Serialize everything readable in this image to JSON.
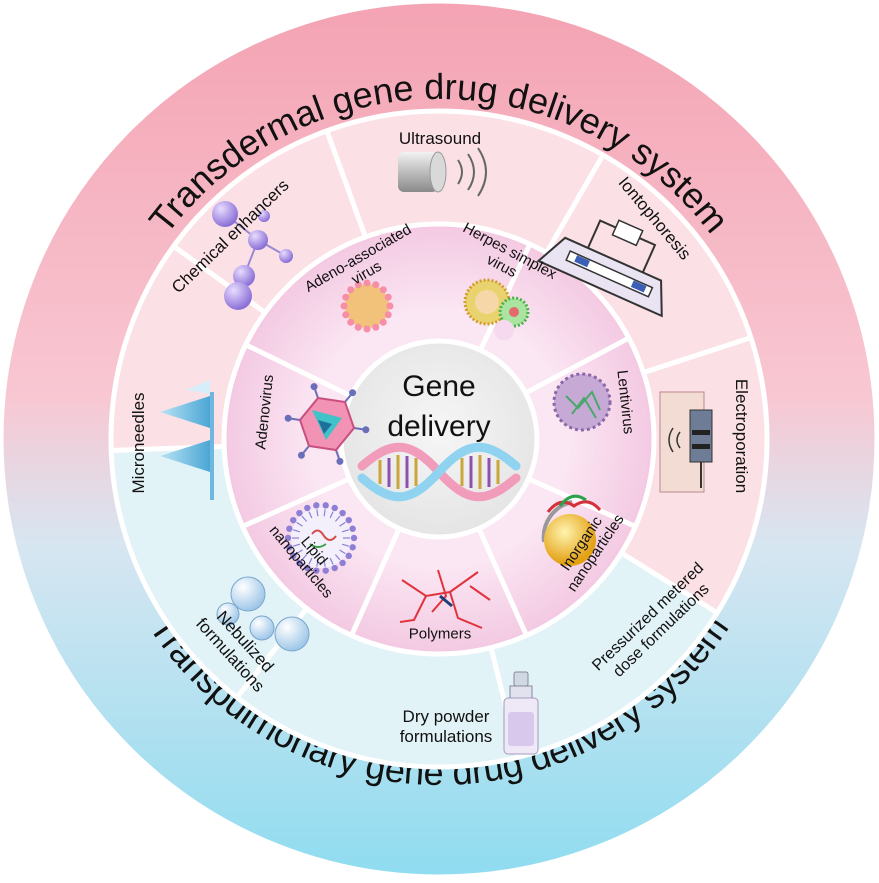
{
  "center": {
    "line1": "Gene",
    "line2": "delivery"
  },
  "outer_ring": {
    "top": "Transdermal gene drug delivery system",
    "bottom": "Transpulmonary gene drug delivery system"
  },
  "middle_ring": [
    {
      "label": "Ultrasound",
      "icon": "ultrasound-icon"
    },
    {
      "label": "Iontophoresis",
      "icon": "iontophoresis-device-icon"
    },
    {
      "label": "Electroporation",
      "icon": "electroporation-icon"
    },
    {
      "label": "Pressurized metered dose formulations"
    },
    {
      "label": "Dry powder formulations",
      "icon": "spray-bottle-icon"
    },
    {
      "label": "Nebulized formulations",
      "icon": "droplets-icon"
    },
    {
      "label": "Microneedles",
      "icon": "microneedle-icon"
    },
    {
      "label": "Chemical enhancers",
      "icon": "molecule-icon"
    }
  ],
  "inner_ring": [
    {
      "label": "Herpes simplex virus",
      "icon": "herpes-virus-icon"
    },
    {
      "label": "Lentivirus",
      "icon": "lentivirus-icon"
    },
    {
      "label": "Inorganic nanoparticles",
      "icon": "inorganic-nanoparticle-icon"
    },
    {
      "label": "Polymers",
      "icon": "polymer-icon"
    },
    {
      "label": "Lipid nanoparticles",
      "icon": "lipid-nanoparticle-icon"
    },
    {
      "label": "Adenovirus",
      "icon": "adenovirus-icon"
    },
    {
      "label": "Adeno-associated virus",
      "icon": "aav-icon"
    }
  ],
  "colors": {
    "pink": "#f7c6cf",
    "light_pink": "#fbe1e6",
    "blue": "#c3e6f0",
    "light_blue": "#e2f3f8",
    "inner_pink": "#f8d6ea",
    "center": "#ececec"
  }
}
